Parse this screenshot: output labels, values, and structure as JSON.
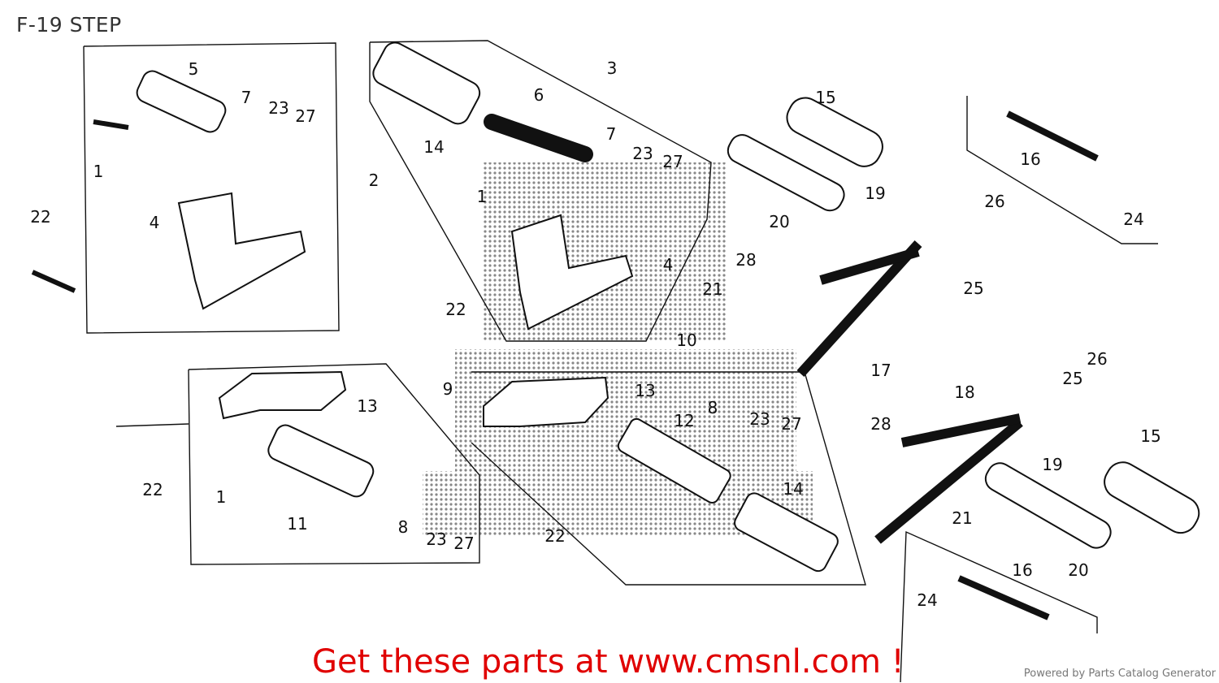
{
  "title": "F-19 STEP",
  "callouts": [
    "5",
    "7",
    "23",
    "27",
    "1",
    "2",
    "22",
    "4",
    "3",
    "6",
    "14",
    "7",
    "23",
    "27",
    "1",
    "4",
    "22",
    "15",
    "19",
    "20",
    "28",
    "21",
    "17",
    "10",
    "16",
    "24",
    "26",
    "25",
    "13",
    "9",
    "22",
    "1",
    "11",
    "8",
    "23",
    "27",
    "13",
    "12",
    "8",
    "23",
    "27",
    "14",
    "22",
    "18",
    "28",
    "25",
    "26",
    "15",
    "19",
    "21",
    "20",
    "16",
    "24"
  ],
  "promo": "Get these parts at www.cmsnl.com !",
  "powered": "Powered by Parts Catalog Generator",
  "colors": {
    "promo": "#e00000",
    "line": "#111111",
    "dots": "#555555"
  }
}
